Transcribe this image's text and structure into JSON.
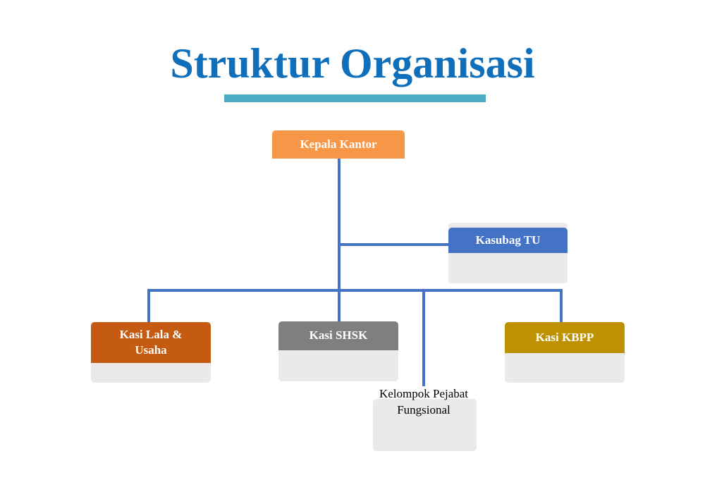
{
  "title": "Struktur Organisasi",
  "colors": {
    "title": "#0f6fba",
    "underline": "#4bacc6",
    "connector": "#4472c4",
    "box_body": "#ebe9ea",
    "kepala": "#f79646",
    "kasubag": "#4472c4",
    "lala": "#c55a11",
    "shsk": "#7f7f7f",
    "kbpp": "#bf9000"
  },
  "nodes": {
    "kepala_kantor": "Kepala Kantor",
    "kasubag_tu": "Kasubag TU",
    "kasi_lala_line1": "Kasi Lala &",
    "kasi_lala_line2": "Usaha",
    "kasi_shsk": "Kasi SHSK",
    "kasi_kbpp": "Kasi KBPP",
    "fungsional_line1": "Kelompok Pejabat",
    "fungsional_line2": "Fungsional"
  }
}
